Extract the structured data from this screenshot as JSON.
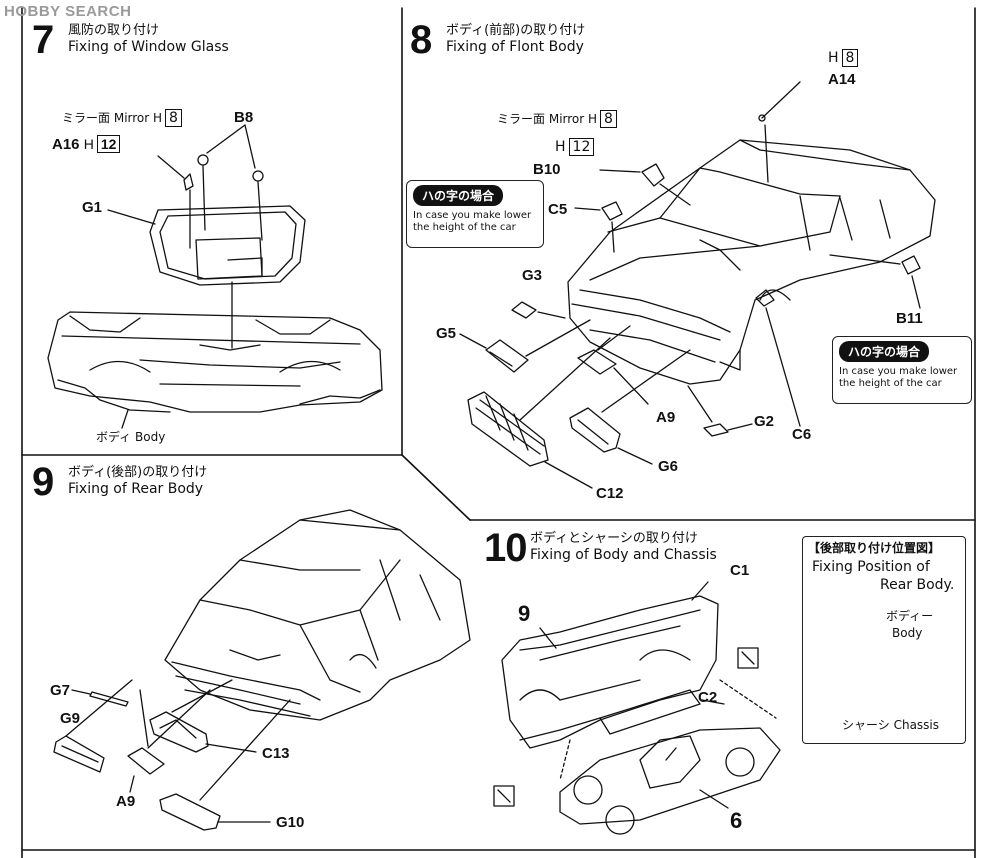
{
  "watermark": "HOBBY SEARCH",
  "step7": {
    "number": "7",
    "title_jp": "風防の取り付け",
    "title_en": "Fixing of Window Glass",
    "mirror_jp": "ミラー面",
    "mirror_en": "Mirror H",
    "mirror_box": "8",
    "part_b8": "B8",
    "part_a16": "A16",
    "part_a16_h": "H",
    "part_a16_box": "12",
    "part_g1": "G1",
    "body_jp": "ボディ",
    "body_en": "Body"
  },
  "step8": {
    "number": "8",
    "title_jp": "ボディ(前部)の取り付け",
    "title_en": "Fixing of Flont Body",
    "h8_h": "H",
    "h8_box": "8",
    "part_a14": "A14",
    "mirror_jp": "ミラー面",
    "mirror_en": "Mirror H",
    "mirror_box": "8",
    "h12_h": "H",
    "h12_box": "12",
    "part_b10": "B10",
    "note1_badge": "ハの字の場合",
    "note1_text": "In case you make lower the height of the car",
    "part_c5": "C5",
    "part_g3": "G3",
    "part_g5": "G5",
    "part_b11": "B11",
    "note2_badge": "ハの字の場合",
    "note2_text": "In case you make lower the height of the car",
    "part_a9": "A9",
    "part_g2": "G2",
    "part_c6": "C6",
    "part_g6": "G6",
    "part_c12": "C12"
  },
  "step9": {
    "number": "9",
    "title_jp": "ボディ(後部)の取り付け",
    "title_en": "Fixing of Rear Body",
    "part_g7": "G7",
    "part_g9": "G9",
    "part_c13": "C13",
    "part_a9": "A9",
    "part_g10": "G10"
  },
  "step10": {
    "number": "10",
    "title_jp": "ボディとシャーシの取り付け",
    "title_en": "Fixing of Body and Chassis",
    "part_c1": "C1",
    "ref_9": "9",
    "part_c2": "C2",
    "ref_6": "6",
    "pos_title_jp": "【後部取り付け位置図】",
    "pos_title_en1": "Fixing Position of",
    "pos_title_en2": "Rear Body.",
    "pos_body_jp": "ボディー",
    "pos_body_en": "Body",
    "pos_chassis_jp": "シャーシ",
    "pos_chassis_en": "Chassis"
  }
}
